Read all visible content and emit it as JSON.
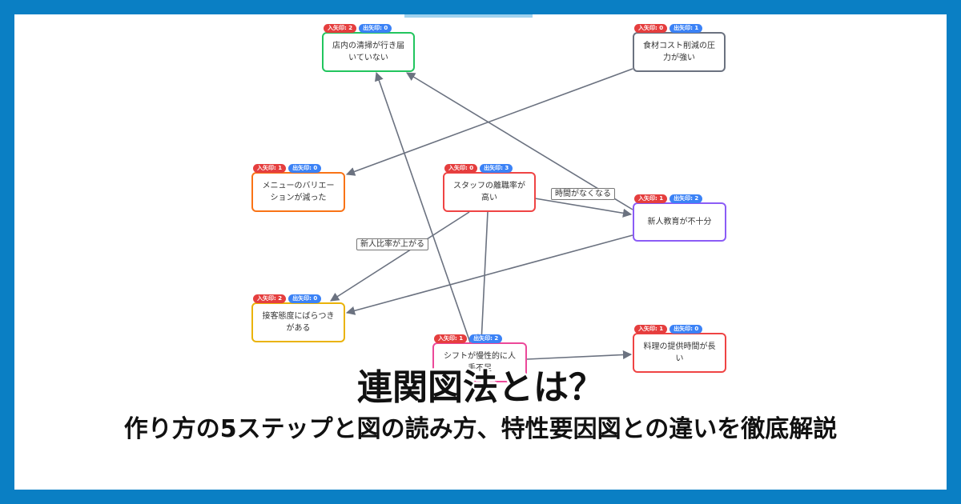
{
  "title": "連関図法とは？",
  "subtitle": "作り方の5ステップと図の読み方、特性要因図との違いを徹底解説",
  "colors": {
    "border": "#0a7fc4",
    "in_badge": "#e53e3e",
    "out_badge": "#3b82f6",
    "edge": "#6b7280"
  },
  "badge_labels": {
    "in": "入矢印",
    "out": "出矢印"
  },
  "nodes": [
    {
      "id": "cleaning",
      "label": "店内の清掃が行き届いていない",
      "in": 2,
      "out": 0,
      "color": "#22c55e"
    },
    {
      "id": "food-cost",
      "label": "食材コスト削減の圧力が強い",
      "in": 0,
      "out": 1,
      "color": "#6b7280"
    },
    {
      "id": "menu",
      "label": "メニューのバリエーションが減った",
      "in": 1,
      "out": 0,
      "color": "#f97316"
    },
    {
      "id": "turnover",
      "label": "スタッフの離職率が高い",
      "in": 0,
      "out": 3,
      "color": "#ef4444"
    },
    {
      "id": "training",
      "label": "新人教育が不十分",
      "in": 1,
      "out": 2,
      "color": "#8b5cf6"
    },
    {
      "id": "service",
      "label": "接客態度にばらつきがある",
      "in": 2,
      "out": 0,
      "color": "#eab308"
    },
    {
      "id": "shift",
      "label": "シフトが慢性的に人手不足",
      "in": 1,
      "out": 2,
      "color": "#ec4899"
    },
    {
      "id": "serve-time",
      "label": "料理の提供時間が長い",
      "in": 1,
      "out": 0,
      "color": "#ef4444"
    }
  ],
  "edge_labels": [
    {
      "id": "turnover-training",
      "label": "時間がなくなる"
    },
    {
      "id": "turnover-service",
      "label": "新人比率が上がる"
    }
  ],
  "edges": [
    {
      "from": "food-cost",
      "to": "menu"
    },
    {
      "from": "training",
      "to": "cleaning"
    },
    {
      "from": "turnover",
      "to": "training",
      "label": "時間がなくなる"
    },
    {
      "from": "turnover",
      "to": "service",
      "label": "新人比率が上がる"
    },
    {
      "from": "turnover",
      "to": "shift"
    },
    {
      "from": "training",
      "to": "service"
    },
    {
      "from": "shift",
      "to": "cleaning"
    },
    {
      "from": "shift",
      "to": "serve-time"
    }
  ]
}
